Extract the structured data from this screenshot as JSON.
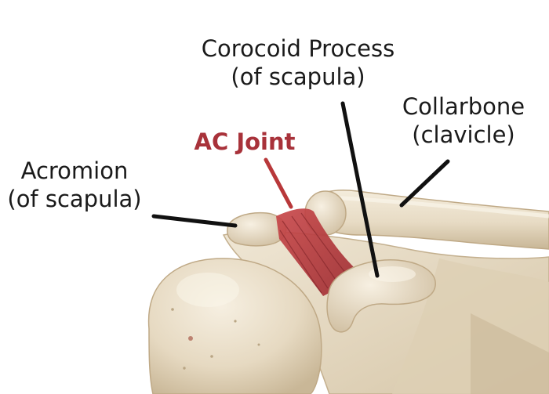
{
  "labels": {
    "coracoid": {
      "line1": "Corocoid Process",
      "line2": "(of scapula)"
    },
    "collarbone": {
      "line1": "Collarbone",
      "line2": "(clavicle)"
    },
    "ac_joint": {
      "line1": "AC Joint"
    },
    "acromion": {
      "line1": "Acromion",
      "line2": "(of scapula)"
    }
  },
  "colors": {
    "bone": "#ece2cf",
    "bone_shadow": "#cbb99a",
    "bone_highlight": "#f7f1e4",
    "ligament": "#b8383a",
    "ac_joint_text": "#a8323a",
    "pointer": "#111111"
  }
}
